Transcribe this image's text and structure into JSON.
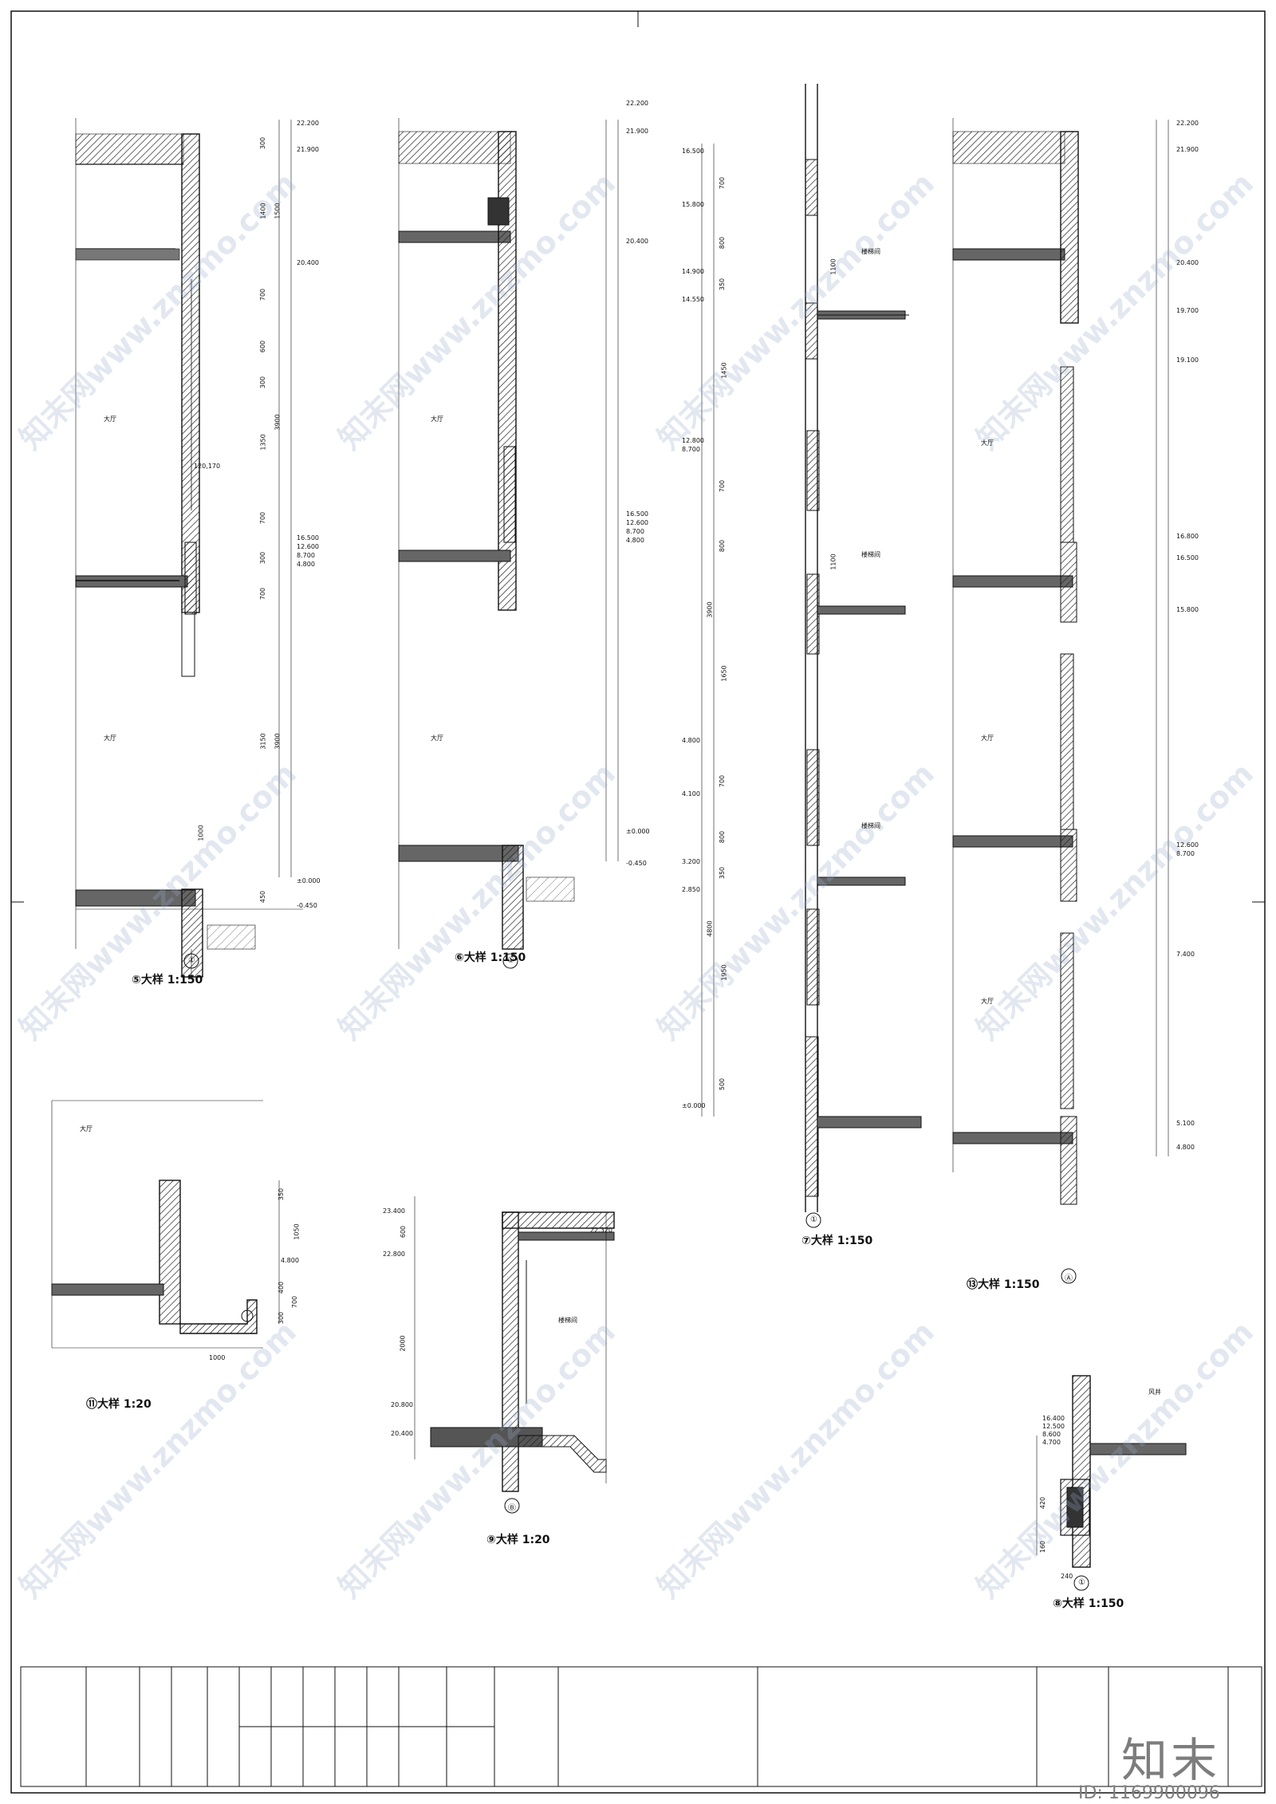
{
  "details": [
    {
      "id": "d5",
      "label": "⑤大样 1:150"
    },
    {
      "id": "d6",
      "label": "⑥大样 1:150"
    },
    {
      "id": "d7",
      "label": "⑦大样 1:150"
    },
    {
      "id": "d13",
      "label": "⑬大样 1:150"
    },
    {
      "id": "d11",
      "label": "⑪大样 1:20"
    },
    {
      "id": "d9",
      "label": "⑨大样 1:20"
    },
    {
      "id": "d8",
      "label": "⑧大样 1:150"
    }
  ],
  "elevations": {
    "d5": [
      "22.200",
      "21.900",
      "20.400",
      "16.500",
      "12.600",
      "8.700",
      "4.800",
      "±0.000",
      "-0.450"
    ],
    "d6": [
      "22.200",
      "21.900",
      "20.400",
      "16.500",
      "12.600",
      "8.700",
      "4.800",
      "±0.000",
      "-0.450"
    ],
    "d7": [
      "16.500",
      "15.800",
      "14.900",
      "14.550",
      "12.800",
      "8.700",
      "4.800",
      "4.100",
      "3.200",
      "2.850",
      "±0.000"
    ],
    "d13": [
      "22.200",
      "21.900",
      "20.400",
      "19.700",
      "19.100",
      "16.800",
      "16.500",
      "15.800",
      "12.600",
      "8.700",
      "7.400",
      "5.100",
      "4.800"
    ],
    "d9": [
      "23.400",
      "22.800",
      "22.320",
      "20.400",
      "20.800"
    ],
    "d11": [
      "4.800"
    ],
    "d8": [
      "16.400",
      "12.500",
      "8.600",
      "4.700"
    ]
  },
  "dimensions": {
    "d5": [
      "300",
      "1400",
      "1500",
      "700",
      "600",
      "3900",
      "300",
      "1350",
      "700",
      "300",
      "700",
      "3150",
      "3900",
      "1000",
      "450",
      "120,170"
    ],
    "d7": [
      "700",
      "800",
      "350",
      "1450",
      "700",
      "800",
      "1650",
      "3900",
      "700",
      "800",
      "350",
      "1950",
      "4800",
      "500",
      "1100",
      "1100"
    ],
    "d11": [
      "350",
      "1050",
      "400",
      "300",
      "700",
      "1000"
    ],
    "d9": [
      "600",
      "2000"
    ],
    "d8": [
      "240",
      "420",
      "160"
    ]
  },
  "room_labels": {
    "d5": [
      "大厅",
      "大厅"
    ],
    "d6": [
      "大厅",
      "大厅"
    ],
    "d7": [
      "楼梯间",
      "楼梯间",
      "楼梯间"
    ],
    "d13": [
      "大厅",
      "大厅",
      "大厅"
    ],
    "d11": [
      "大厅"
    ],
    "d9": [
      "楼梯间"
    ],
    "d8": [
      "风井"
    ]
  },
  "grid_marks": {
    "d5": "①",
    "d6": "①",
    "d7": "①",
    "d13": "Ⓐ",
    "d9": "Ⓑ",
    "d8": "①"
  },
  "title_block": {
    "brand": "知末",
    "id": "ID: 1169900096"
  },
  "watermark": "知末网www.znzmo.com"
}
